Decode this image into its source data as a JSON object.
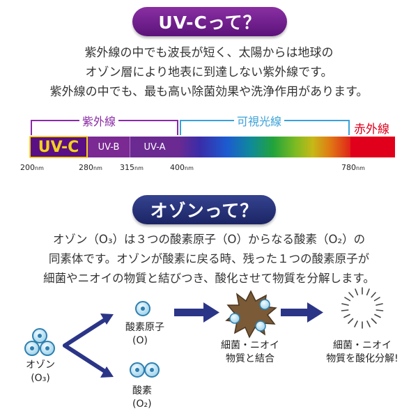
{
  "uvc_section": {
    "title": "UV-Cって？",
    "description": [
      "紫外線の中でも波長が短く、太陽からは地球の",
      "オゾン層により地表に到達しない紫外線です。",
      "紫外線の中でも、最も高い除菌効果や洗浄作用があります。"
    ],
    "spectrum": {
      "range_labels": {
        "ultraviolet": "紫外線",
        "visible": "可視光線",
        "infrared": "赤外線"
      },
      "bands": {
        "uvc": "UV-C",
        "uvb": "UV-B",
        "uva": "UV-A"
      },
      "ticks": [
        {
          "value": "200",
          "unit": "nm"
        },
        {
          "value": "280",
          "unit": "nm"
        },
        {
          "value": "315",
          "unit": "nm"
        },
        {
          "value": "400",
          "unit": "nm"
        },
        {
          "value": "780",
          "unit": "nm"
        }
      ],
      "colors": {
        "uv_bracket": "#8a2aa5",
        "visible_bracket": "#3aa1d8",
        "infrared_text": "#e0001b",
        "uvc_fill": "#5a0f84",
        "uvc_border": "#f3d21c",
        "uvc_text": "#f3d21c",
        "uvb_fill": "#7a2a92",
        "uva_fill": "#6a2a92"
      }
    }
  },
  "ozone_section": {
    "title": "オゾンって？",
    "description": [
      "オゾン（O₃）は３つの酸素原子（O）からなる酸素（O₂）の",
      "同素体です。オゾンが酸素に戻る時、残った１つの酸素原子が",
      "細菌やニオイの物質と結びつき、酸化させて物質を分解します。"
    ],
    "diagram": {
      "ozone_label": "オゾン",
      "ozone_formula": "(O₃)",
      "atom_label": "酸素原子",
      "atom_formula": "(O)",
      "oxygen_label": "酸素",
      "oxygen_formula": "(O₂)",
      "bond_label_1": "細菌・ニオイ",
      "bond_label_2": "物質と結合",
      "result_label_1": "細菌・ニオイ",
      "result_label_2": "物質を酸化分解!",
      "colors": {
        "arrow": "#2b3587",
        "atom_fill": "#c9e8f5",
        "atom_stroke": "#2d7fb0",
        "germ_fill": "#7a5a37"
      }
    }
  }
}
